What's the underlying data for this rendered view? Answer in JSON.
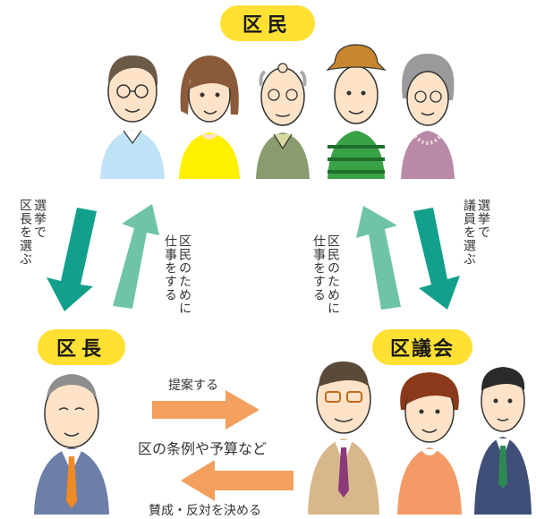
{
  "citizens_label": "区民",
  "mayor_label": "区長",
  "assembly_label": "区議会",
  "arrow_elect_mayor": "選挙で\n区長を選ぶ",
  "arrow_work_for_citizens_left": "区民のために\n仕事をする",
  "arrow_work_for_citizens_right": "区民のために\n仕事をする",
  "arrow_elect_assembly": "選挙で\n議員を選ぶ",
  "proposal_label": "提案する",
  "center_label": "区の条例や予算など",
  "decision_label": "賛成・反対を決める",
  "colors": {
    "badge_yellow": "#ffe033",
    "dark_teal": "#12a08c",
    "light_teal": "#6fc4a7",
    "orange": "#f3a05e"
  }
}
